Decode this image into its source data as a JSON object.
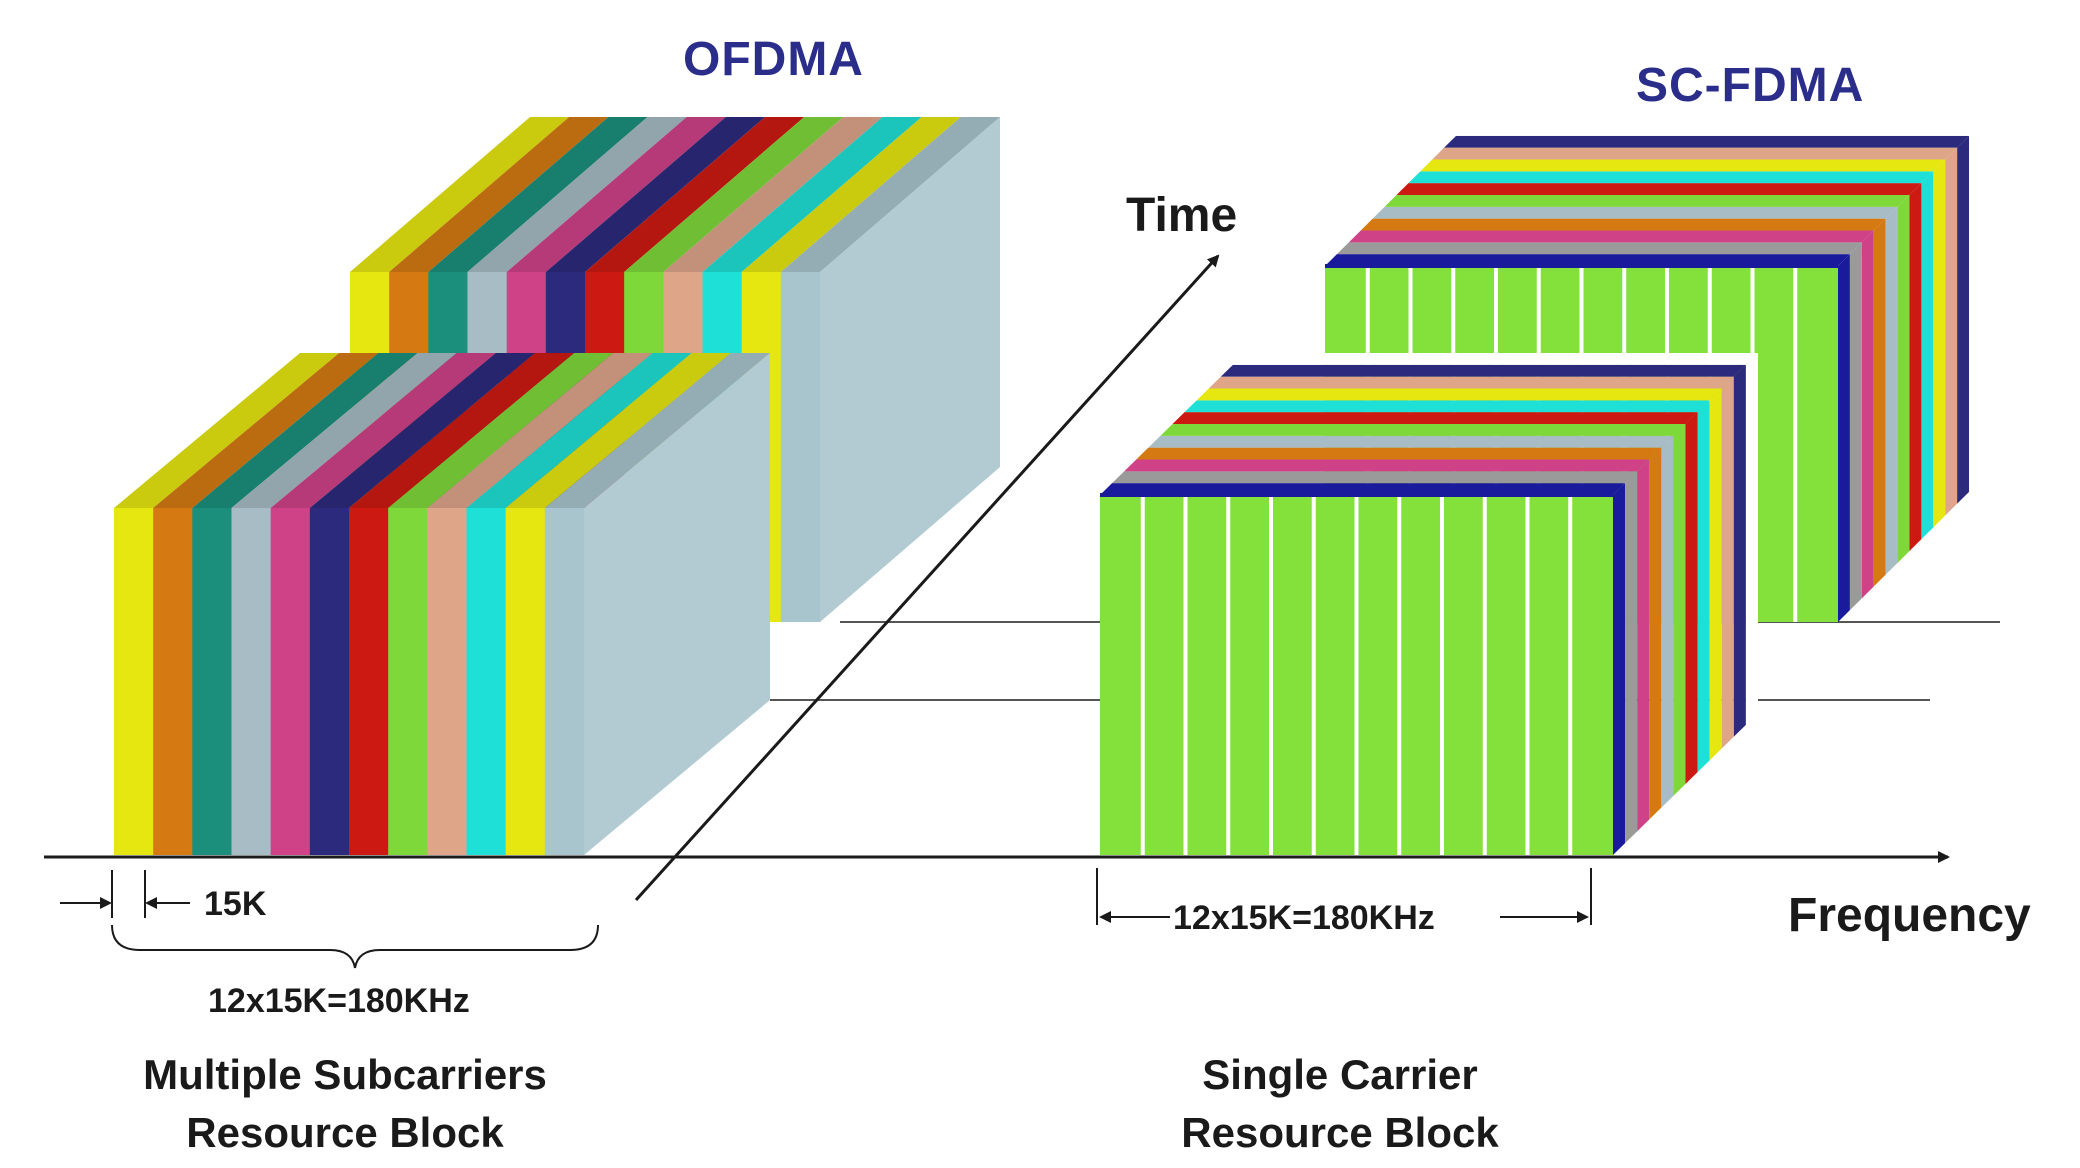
{
  "ofdma": {
    "title": "OFDMA",
    "subcarrier_label": "15K",
    "bandwidth_label": "12x15K=180KHz",
    "caption_line1": "Multiple Subcarriers",
    "caption_line2": "Resource Block",
    "subcarrier_colors": [
      "#e6e610",
      "#d57a12",
      "#1b8f7c",
      "#a7bcc4",
      "#cf4288",
      "#2b2a7d",
      "#cc1a12",
      "#7fd83a",
      "#dea589",
      "#1fe0d6",
      "#e6e610",
      "#a8c4cc"
    ]
  },
  "scfdma": {
    "title": "SC-FDMA",
    "bandwidth_label": "12x15K=180KHz",
    "caption_line1": "Single Carrier",
    "caption_line2": "Resource Block",
    "carrier_color": "#84e03a",
    "top_stripe_colors": [
      "#1a1a9c",
      "#9a9a9a",
      "#cf4288",
      "#d57a12",
      "#a7bcc4",
      "#7fd83a",
      "#cc1a12",
      "#1fe0d6",
      "#e6e610",
      "#dea589",
      "#2b2a7d",
      "#ffffff"
    ]
  },
  "axes": {
    "time_label": "Time",
    "frequency_label": "Frequency"
  }
}
